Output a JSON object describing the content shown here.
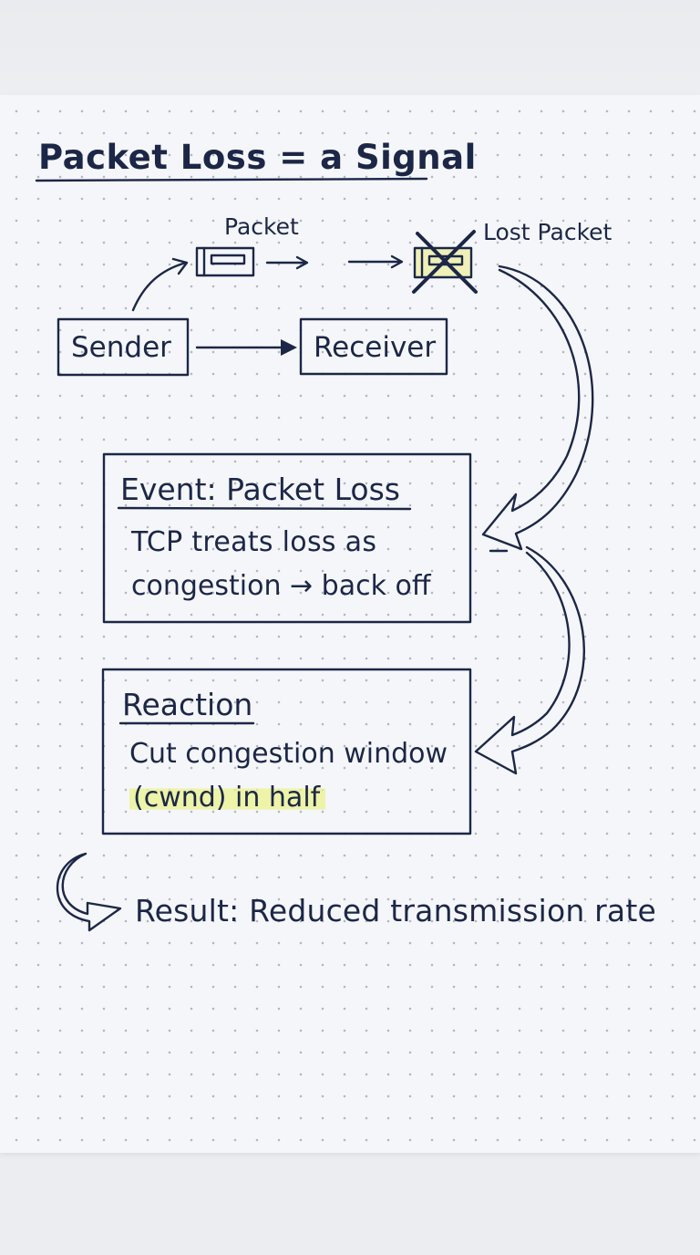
{
  "title": "Packet Loss = a Signal",
  "packet_label": "Packet",
  "lost_packet_label": "Lost Packet",
  "sender_label": "Sender",
  "receiver_label": "Receiver",
  "event": {
    "title": "Event: Packet Loss",
    "line1": "TCP treats loss as",
    "line2": "congestion → back off"
  },
  "reaction": {
    "title": "Reaction",
    "line1": "Cut congestion window",
    "line2_highlight": "(cwnd) in half"
  },
  "result": "Result: Reduced transmission rate",
  "colors": {
    "ink": "#1c2747",
    "highlight": "#eaf28c",
    "paper": "#f5f6f9"
  }
}
